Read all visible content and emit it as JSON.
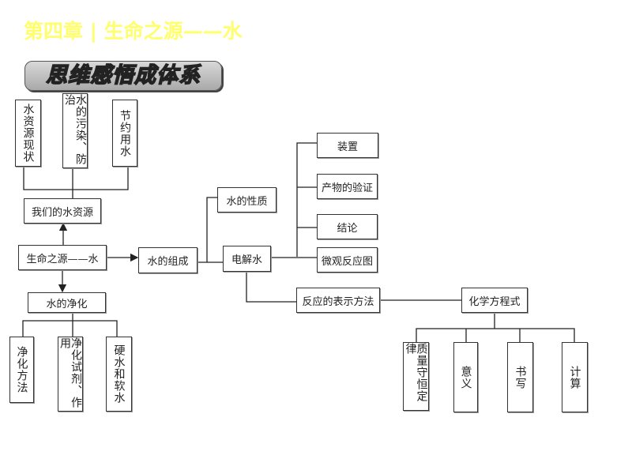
{
  "header": {
    "chapter": "第四章",
    "divider": "|",
    "title": "生命之源——水"
  },
  "banner": "思维感悟成体系",
  "nodes": {
    "water_status": "水资源现状",
    "pollution": "水的污染、防治",
    "saving": "节约用水",
    "our_water": "我们的水资源",
    "root": "生命之源——水",
    "purification": "水的净化",
    "purify_method": "净化方法",
    "purify_agent": "净化试剂、作用",
    "hard_soft": "硬水和软水",
    "composition": "水的组成",
    "properties": "水的性质",
    "electrolysis": "电解水",
    "device": "装置",
    "product_test": "产物的验证",
    "conclusion": "结论",
    "micro": "微观反应图",
    "representation": "反应的表示方法",
    "equation": "化学方程式",
    "conservation": "质量守恒定律",
    "meaning": "意义",
    "writing": "书写",
    "calculation": "计算"
  }
}
